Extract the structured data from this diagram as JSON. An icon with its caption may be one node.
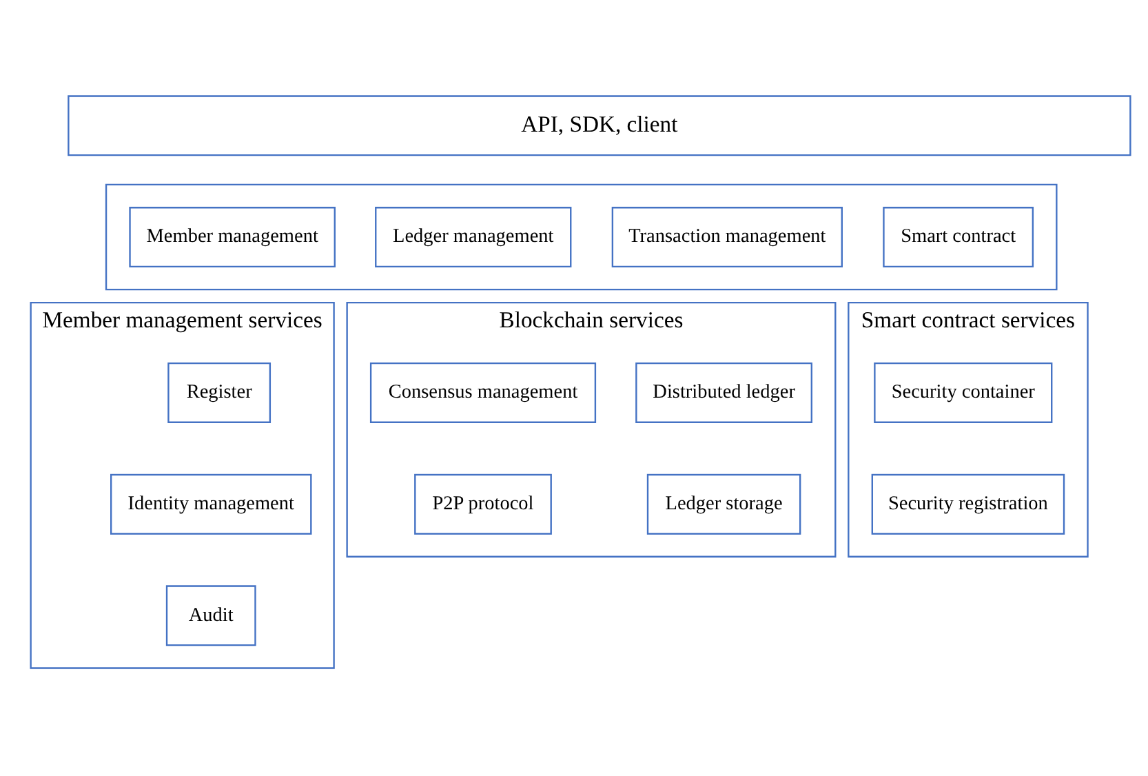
{
  "diagram": {
    "nodes": [
      {
        "text": [
          "API, SDK, client"
        ]
      },
      {
        "text": [],
        "shape": "box"
      },
      {
        "text": [
          "Member management"
        ],
        "in": 1
      },
      {
        "text": [
          "Ledger management"
        ],
        "in": 1
      },
      {
        "text": [
          "Transaction management"
        ],
        "in": 1
      },
      {
        "text": [
          "Smart contract"
        ],
        "in": 1
      },
      {
        "text": [
          "Member management services"
        ]
      },
      {
        "text": [
          "Register"
        ],
        "in": 6
      },
      {
        "text": [
          "Identity management"
        ],
        "in": 6
      },
      {
        "text": [
          "Audit"
        ],
        "in": 6
      },
      {
        "text": [
          "Blockchain services"
        ]
      },
      {
        "text": [
          "Consensus management"
        ],
        "in": 10
      },
      {
        "text": [
          "Distributed ledger"
        ],
        "in": 10
      },
      {
        "text": [
          "P2P protocol"
        ],
        "in": 10
      },
      {
        "text": [
          "Ledger storage"
        ],
        "in": 10
      },
      {
        "text": [
          "Smart contract services"
        ]
      },
      {
        "text": [
          "Security container"
        ],
        "in": 15
      },
      {
        "text": [
          "Security registration"
        ],
        "in": 15
      }
    ],
    "edges": []
  }
}
